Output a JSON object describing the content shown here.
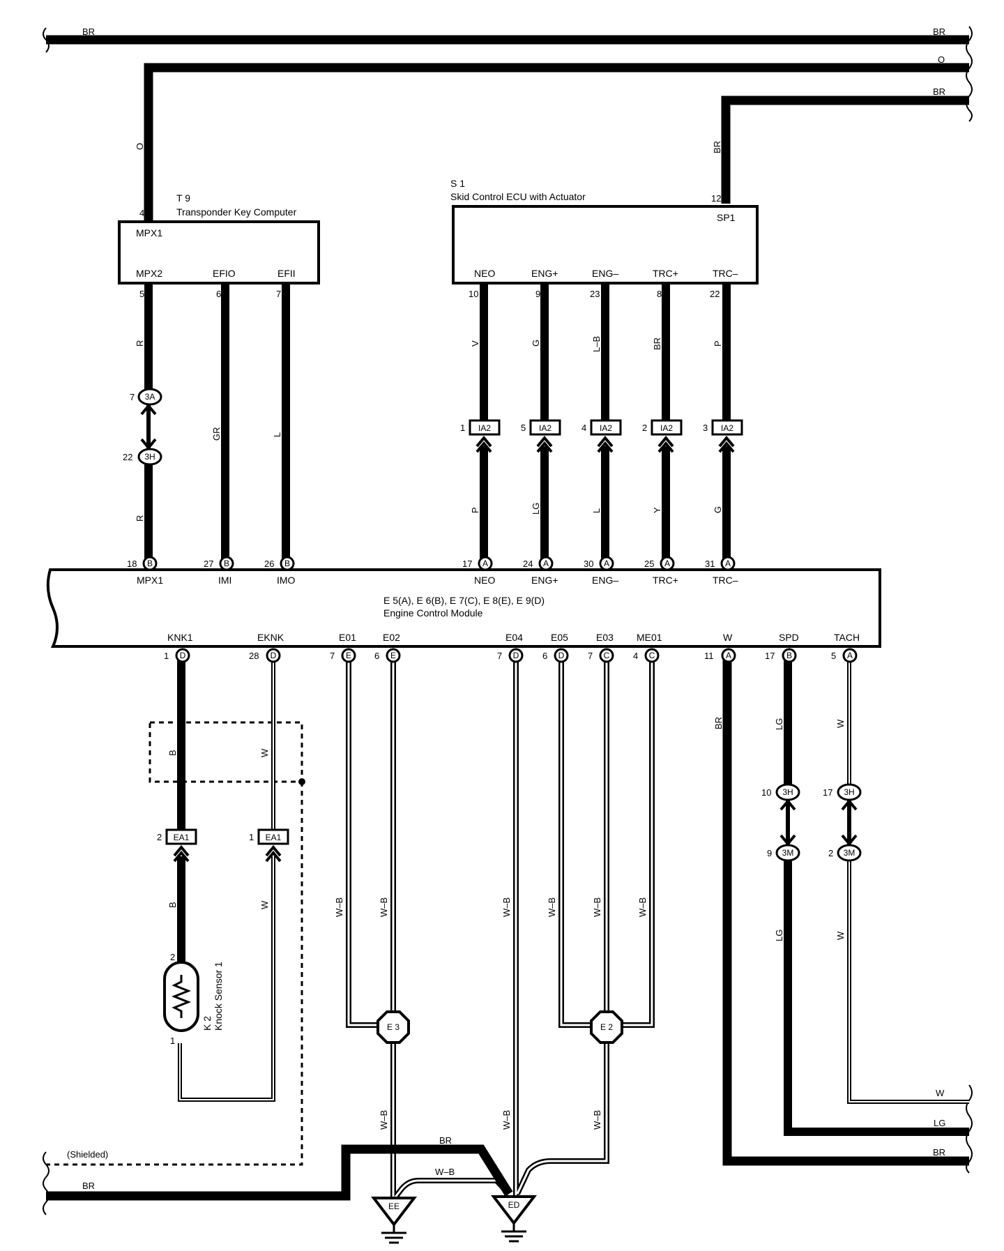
{
  "colors": {
    "wire": "#000000",
    "background": "#ffffff"
  },
  "edge_labels": {
    "top_br_left": "BR",
    "top_br_right": "BR",
    "top_o_right": "O",
    "top_br2_right": "BR",
    "bot_w_right": "W",
    "bot_lg_right": "LG",
    "bot_br_right": "BR",
    "bot_br_left": "BR",
    "shielded": "(Shielded)",
    "ground_br": "BR",
    "ground_wb": "W–B"
  },
  "t9": {
    "code": "T 9",
    "name": "Transponder Key Computer",
    "pins": {
      "mpx1": "MPX1",
      "mpx2": "MPX2",
      "efio": "EFIO",
      "efii": "EFII"
    },
    "nums": {
      "mpx1": "4",
      "mpx2": "5",
      "efio": "6",
      "efii": "7"
    }
  },
  "s1": {
    "code": "S 1",
    "name": "Skid Control ECU with Actuator",
    "pins": {
      "sp1": "SP1",
      "neo": "NEO",
      "engp": "ENG+",
      "engm": "ENG–",
      "trcp": "TRC+",
      "trcm": "TRC–"
    },
    "nums": {
      "sp1": "12",
      "neo": "10",
      "engp": "9",
      "engm": "23",
      "trcp": "8",
      "trcm": "22"
    }
  },
  "ecm": {
    "codes": "E 5(A), E 6(B), E 7(C), E 8(E), E 9(D)",
    "name": "Engine Control Module",
    "top_pins": {
      "mpx1": "MPX1",
      "imi": "IMI",
      "imo": "IMO",
      "neo": "NEO",
      "engp": "ENG+",
      "engm": "ENG–",
      "trcp": "TRC+",
      "trcm": "TRC–"
    },
    "top_nums": {
      "mpx1": "18",
      "imi": "27",
      "imo": "26",
      "neo": "17",
      "engp": "24",
      "engm": "30",
      "trcp": "25",
      "trcm": "31"
    },
    "top_conns": {
      "mpx1": "B",
      "imi": "B",
      "imo": "B",
      "neo": "A",
      "engp": "A",
      "engm": "A",
      "trcp": "A",
      "trcm": "A"
    },
    "bottom_pins": {
      "knk1": "KNK1",
      "eknk": "EKNK",
      "e01": "E01",
      "e02": "E02",
      "e04": "E04",
      "e05": "E05",
      "e03": "E03",
      "me01": "ME01",
      "w": "W",
      "spd": "SPD",
      "tach": "TACH"
    },
    "bottom_nums": {
      "knk1": "1",
      "eknk": "28",
      "e01": "7",
      "e02": "6",
      "e04": "7",
      "e05": "6",
      "e03": "7",
      "me01": "4",
      "w": "11",
      "spd": "17",
      "tach": "5"
    },
    "bottom_conns": {
      "knk1": "D",
      "eknk": "D",
      "e01": "E",
      "e02": "E",
      "e04": "D",
      "e05": "D",
      "e03": "C",
      "me01": "C",
      "w": "A",
      "spd": "B",
      "tach": "A"
    }
  },
  "wire_colors": {
    "o": "O",
    "br_sp1": "BR",
    "mpx_upper": "R",
    "mpx_lower": "R",
    "efio": "GR",
    "efii": "L",
    "neo_up": "V",
    "engp_up": "G",
    "engm_up": "L–B",
    "trcp_up": "BR",
    "trcm_up": "P",
    "neo_dn": "P",
    "engp_dn": "LG",
    "engm_dn": "L",
    "trcp_dn": "Y",
    "trcm_dn": "G",
    "knk_up": "B",
    "eknk_up": "W",
    "knk_dn": "B",
    "eknk_dn": "W",
    "e01": "W–B",
    "e02": "W–B",
    "e04": "W–B",
    "e05": "W–B",
    "e03": "W–B",
    "me01": "W–B",
    "e3_dn": "W–B",
    "e04_dn": "W–B",
    "e2_dn": "W–B",
    "w": "BR",
    "spd_up": "LG",
    "tach_up": "W",
    "spd_dn": "LG",
    "tach_dn": "W"
  },
  "connectors": {
    "c3a": "3A",
    "c3h_a": "3H",
    "c3h_spd": "3H",
    "c3h_tach": "3H",
    "c3m_spd": "3M",
    "c3m_tach": "3M",
    "ia2": "IA2",
    "ea1": "EA1"
  },
  "connector_pins": {
    "c3a": "7",
    "c3h_a": "22",
    "ia2_neo": "1",
    "ia2_engp": "5",
    "ia2_engm": "4",
    "ia2_trcp": "2",
    "ia2_trcm": "3",
    "ea1_knk": "2",
    "ea1_eknk": "1",
    "c3h_spd": "10",
    "c3h_tach": "17",
    "c3m_spd": "9",
    "c3m_tach": "2"
  },
  "k2": {
    "code": "K 2",
    "name": "Knock Sensor 1",
    "pin_top": "2",
    "pin_bot": "1"
  },
  "grounds": {
    "e3": "E 3",
    "e2": "E 2",
    "ee": "EE",
    "ed": "ED"
  }
}
